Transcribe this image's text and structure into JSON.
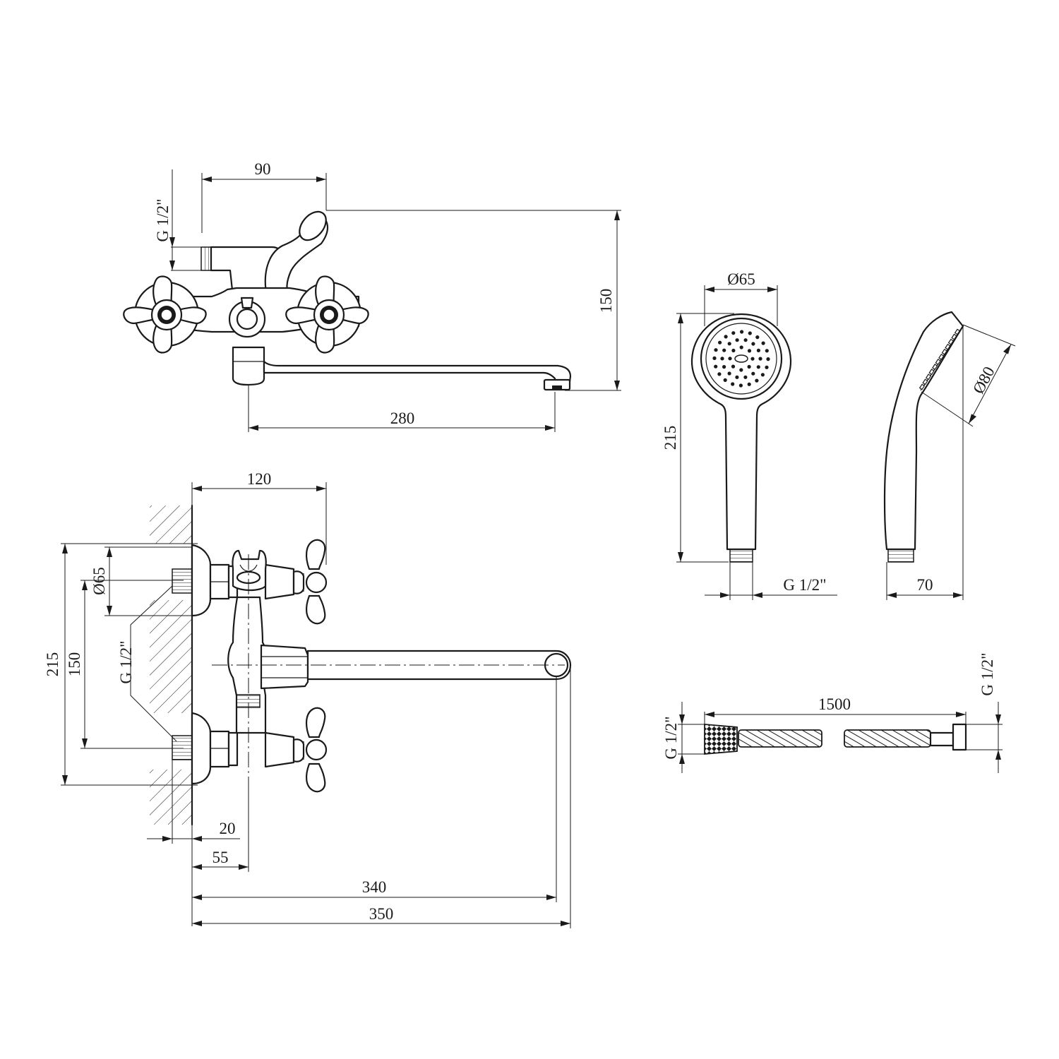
{
  "drawing": {
    "front_view": {
      "dim_top_width": "90",
      "dim_height": "150",
      "dim_spout_reach": "280",
      "thread_label": "G 1/2\""
    },
    "side_view": {
      "dim_depth": "120",
      "dim_total_height": "215",
      "dim_center_spacing": "150",
      "dim_flange_diameter": "Ø65",
      "thread_label": "G 1/2\"",
      "dim_wall_offset": "20",
      "dim_body_offset": "55",
      "dim_spout_axis": "340",
      "dim_overall_length": "350"
    },
    "shower_head": {
      "dim_face_diameter": "Ø65",
      "dim_length": "215",
      "thread_label": "G 1/2\"",
      "dim_side_diameter": "Ø80",
      "dim_side_depth": "70"
    },
    "hose": {
      "dim_length": "1500",
      "thread_left": "G 1/2\"",
      "thread_right": "G 1/2\""
    }
  }
}
